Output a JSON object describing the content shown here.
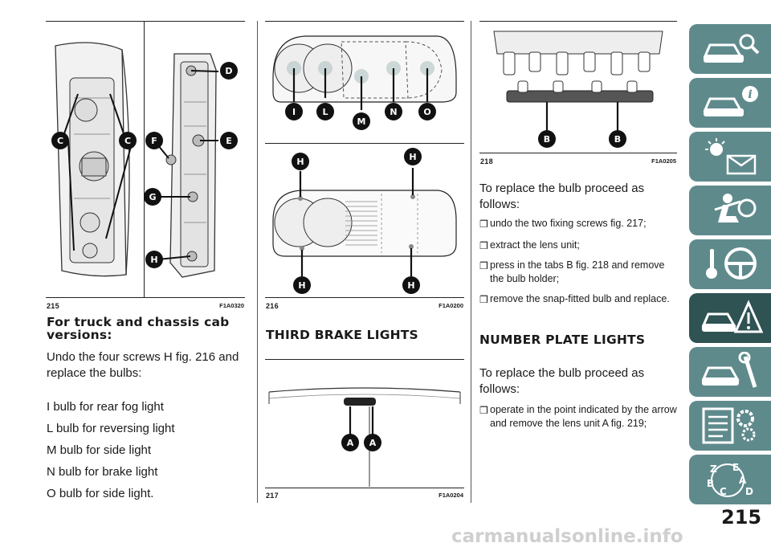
{
  "figures": {
    "fig215": {
      "number": "215",
      "code": "F1A0320",
      "labels": [
        "C",
        "C",
        "D",
        "E",
        "F",
        "G",
        "H"
      ]
    },
    "fig216": {
      "number": "216",
      "code": "F1A0200",
      "labels": [
        "I",
        "L",
        "M",
        "N",
        "O",
        "H",
        "H",
        "H",
        "H"
      ]
    },
    "fig217": {
      "number": "217",
      "code": "F1A0204",
      "labels": [
        "A",
        "A"
      ]
    },
    "fig218": {
      "number": "218",
      "code": "F1A0205",
      "labels": [
        "B",
        "B"
      ]
    }
  },
  "col1": {
    "heading": "For truck and chassis cab versions:",
    "lines": [
      "Undo the four screws H fig. 216 and replace the bulbs:",
      "I bulb for rear fog light",
      "L bulb for reversing light",
      "M bulb for side light",
      "N bulb for brake light",
      "O bulb for side light."
    ]
  },
  "col2": {
    "heading": "THIRD BRAKE LIGHTS"
  },
  "col3": {
    "intro": "To replace the bulb proceed as follows:",
    "bullets": [
      "undo the two fixing screws fig. 217;",
      "extract the lens unit;",
      "press in the tabs B fig. 218 and remove the bulb holder;",
      "remove the snap-fitted bulb and replace."
    ],
    "heading2": "NUMBER PLATE LIGHTS",
    "intro2": "To replace the bulb proceed as follows:",
    "bullets2": [
      "operate in the point indicated by the arrow and remove the lens unit A fig. 219;"
    ],
    "bullet_glyph": "❒"
  },
  "sidebar": {
    "tabs": [
      {
        "icon": "car-magnifier-icon",
        "active": false
      },
      {
        "icon": "car-info-icon",
        "active": false
      },
      {
        "icon": "warning-lights-icon",
        "active": false
      },
      {
        "icon": "airbag-seat-icon",
        "active": false
      },
      {
        "icon": "steering-key-icon",
        "active": false
      },
      {
        "icon": "car-emergency-icon",
        "active": true
      },
      {
        "icon": "car-wrench-icon",
        "active": false
      },
      {
        "icon": "settings-list-icon",
        "active": false
      },
      {
        "icon": "alphabet-index-icon",
        "active": false
      }
    ],
    "colors": {
      "tab": "#5f8a8c",
      "active": "#2f5253"
    }
  },
  "page_number": "215",
  "watermark": "carmanualsonline.info"
}
